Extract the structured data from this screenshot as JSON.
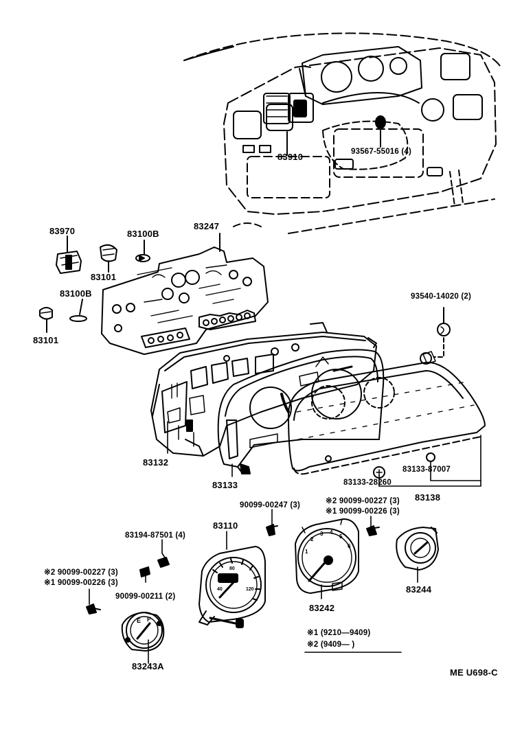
{
  "colors": {
    "ink": "#000000",
    "paper": "#ffffff"
  },
  "labels": {
    "p83910": "83910",
    "p93567": "93567-55016 (4)",
    "p83970": "83970",
    "p83100b_a": "83100B",
    "p83247": "83247",
    "p83101_a": "83101",
    "p83100b_b": "83100B",
    "p83101_b": "83101",
    "p93540": "93540-14020 (2)",
    "p83132": "83132",
    "p83133": "83133",
    "p83133_28260": "83133-28260",
    "p83133_87007": "83133-87007",
    "p83138": "83138",
    "p90099_00247": "90099-00247 (3)",
    "p90099_00227_b": "※2 90099-00227 (3)",
    "p90099_00226_b": "※1 90099-00226 (3)",
    "p83110": "83110",
    "p83194": "83194-87501 (4)",
    "p90099_00227_a": "※2 90099-00227 (3)",
    "p90099_00226_a": "※1 90099-00226 (3)",
    "p90099_00211": "90099-00211 (2)",
    "p83242": "83242",
    "p83244": "83244",
    "p83243a": "83243A",
    "note1": "※1 (9210—9409)",
    "note2": "※2 (9409— )",
    "diagram_code": "ME U698-C"
  },
  "gauge_marks": {
    "fuel_e": "E",
    "fuel_f": "F"
  }
}
